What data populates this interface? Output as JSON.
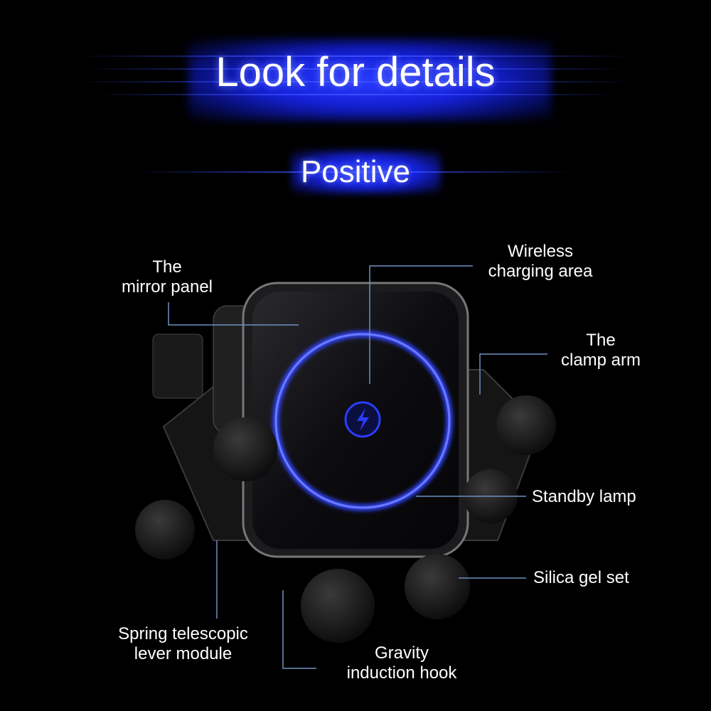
{
  "header": {
    "title": "Look for details",
    "subtitle": "Positive"
  },
  "accent_color": "#2a3cff",
  "labels": {
    "mirror_panel": [
      "The",
      "mirror panel"
    ],
    "wireless": [
      "Wireless",
      "charging area"
    ],
    "clamp_arm": [
      "The",
      "clamp arm"
    ],
    "standby_lamp": "Standby lamp",
    "silica_gel": "Silica gel set",
    "spring": [
      "Spring telescopic",
      "lever module"
    ],
    "gravity": [
      "Gravity",
      "induction hook"
    ]
  }
}
